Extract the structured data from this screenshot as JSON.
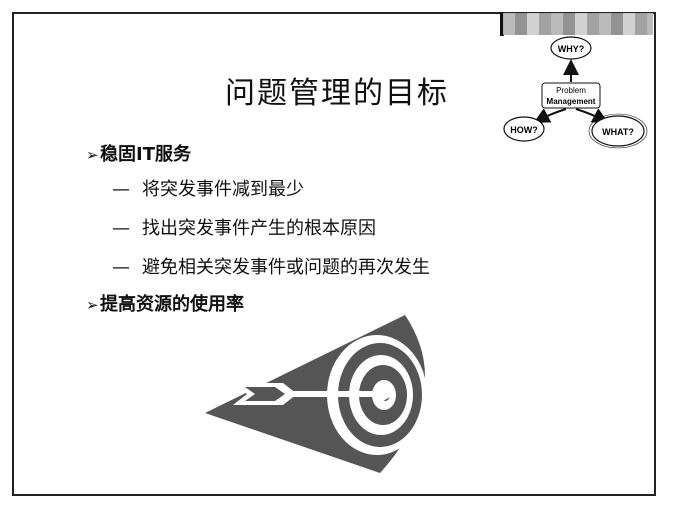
{
  "slide": {
    "title": "问题管理的目标"
  },
  "bullets": [
    {
      "mark": "➢",
      "text": "稳固IT服务",
      "subitems": [
        {
          "dash": "—",
          "text": "将突发事件减到最少"
        },
        {
          "dash": "—",
          "text": "找出突发事件产生的根本原因"
        },
        {
          "dash": "—",
          "text": "避免相关突发事件或问题的再次发生"
        }
      ]
    },
    {
      "mark": "➢",
      "text": "提高资源的使用率",
      "subitems": []
    }
  ],
  "diagram": {
    "center_line1": "Problem",
    "center_line2": "Management",
    "top": "WHY?",
    "left": "HOW?",
    "right": "WHAT?"
  },
  "icons": {
    "target": "target-arrow-icon"
  },
  "colors": {
    "target_dark": "#555555",
    "frame": "#222222",
    "text": "#111111"
  }
}
